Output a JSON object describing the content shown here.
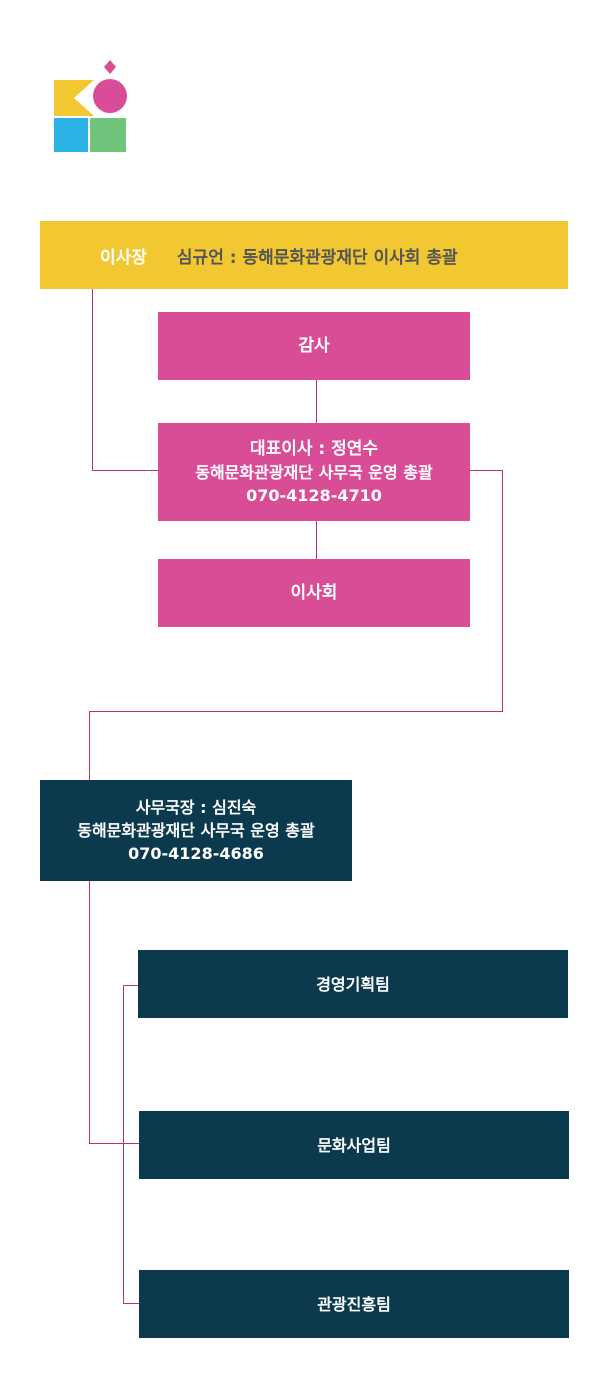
{
  "logo": {
    "name": "foundation-logo"
  },
  "chairman": {
    "role": "이사장",
    "detail": "심규언 : 동해문화관광재단 이사회 총괄"
  },
  "auditor": {
    "label": "감사"
  },
  "ceo": {
    "title": "대표이사 : 정연수",
    "desc": "동해문화관광재단 사무국 운영 총괄",
    "phone": "070-4128-4710"
  },
  "board": {
    "label": "이사회"
  },
  "secretary": {
    "title": "사무국장 : 심진숙",
    "desc": "동해문화관광재단 사무국 운영 총괄",
    "phone": "070-4128-4686"
  },
  "teams": [
    {
      "label": "경영기획팀"
    },
    {
      "label": "문화사업팀"
    },
    {
      "label": "관광진흥팀"
    }
  ],
  "colors": {
    "yellow": "#f1c832",
    "pink": "#d94d97",
    "navy": "#0b3a4e",
    "line": "#c0316f"
  }
}
